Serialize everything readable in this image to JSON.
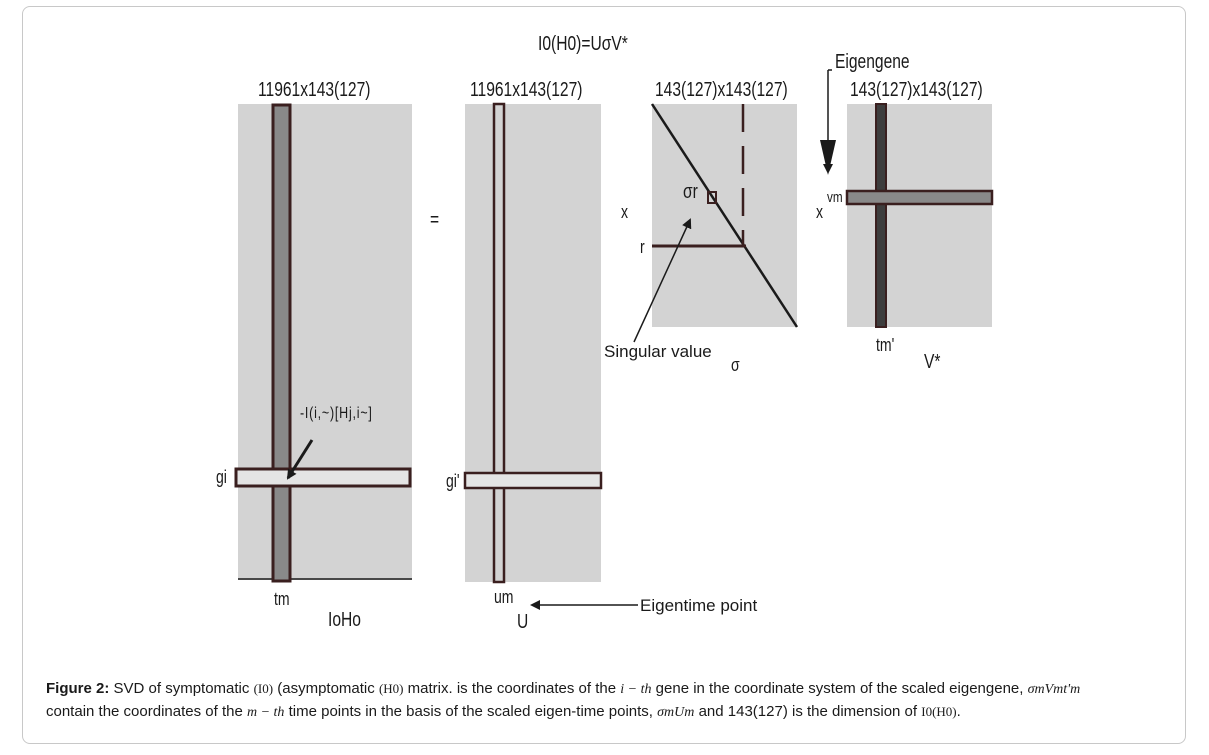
{
  "diagram": {
    "equation": "I0(H0)=UσV*",
    "dims": {
      "m1": "11961x143(127)",
      "m2": "11961x143(127)",
      "m3": "143(127)x143(127)",
      "m4": "143(127)x143(127)"
    },
    "labels": {
      "eigengene": "Eigengene",
      "equals": "=",
      "gi": "gi",
      "gi_prime": "gi'",
      "tm": "tm",
      "um": "um",
      "ioho": "IoHo",
      "u": "U",
      "eigentime": "Eigentime point",
      "x_sigma": "x",
      "r": "r",
      "sigma_r": "σr",
      "singular_value": "Singular value",
      "sigma": "σ",
      "x_vm": "x",
      "vm": "vm",
      "tm_prime": "tm'",
      "vstar": "V*",
      "cell_expr": "-I(i,~)[Hj,i~]"
    }
  },
  "caption": {
    "figure_label": "Figure 2:",
    "t1": "SVD of symptomatic",
    "m1": "(I0)",
    "t2": "(asymptomatic",
    "m2": "(H0)",
    "t3": "matrix.   is the coordinates of the",
    "m3": "i − th",
    "t4": "gene in the coordinate system of the scaled eigengene,",
    "m4": "σmVmt'm",
    "t5": "contain the coordinates of the",
    "m5": "m − th",
    "t6": "time points in the basis of the scaled eigen-time points,",
    "m6": "σmUm",
    "t7": "and 143(127) is the dimension of",
    "m7": "I0(H0)",
    "t8": "."
  },
  "colors": {
    "matrix_fill": "#d3d3d3",
    "band_fill": "#898989",
    "band_border": "#3a1f1f",
    "row_fill": "#e4e4e4",
    "line": "#1a1a1a"
  }
}
